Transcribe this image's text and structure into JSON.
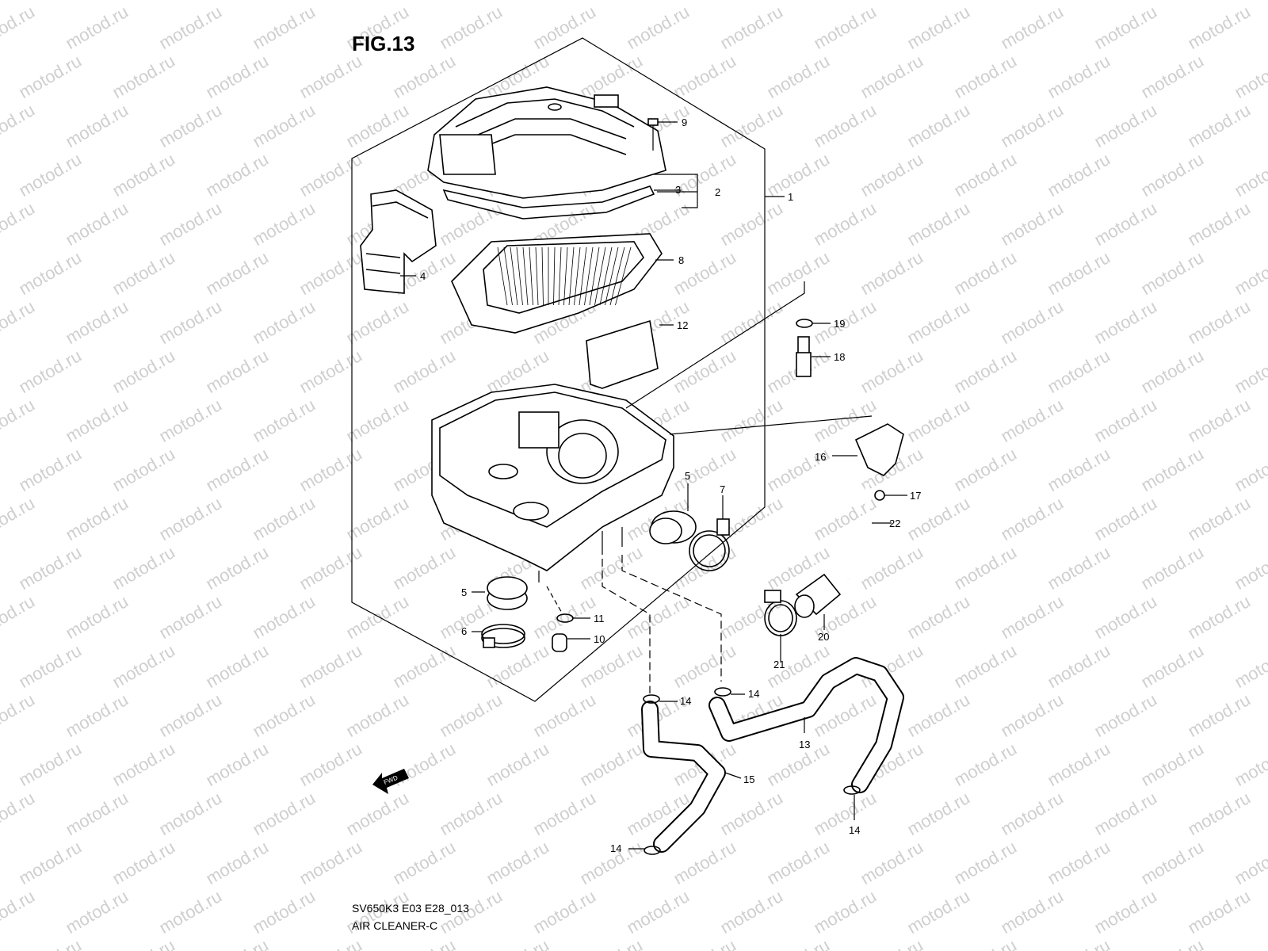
{
  "figure": {
    "title": "FIG.13",
    "code": "SV650K3 E03 E28_013",
    "caption": "AIR CLEANER-C",
    "watermark": "motod.ru",
    "fwd_label": "FWD"
  },
  "callouts": [
    "1",
    "2",
    "3",
    "4",
    "5",
    "5",
    "6",
    "7",
    "8",
    "9",
    "10",
    "11",
    "12",
    "13",
    "14",
    "14",
    "14",
    "14",
    "15",
    "16",
    "17",
    "18",
    "19",
    "20",
    "21",
    "22"
  ],
  "colors": {
    "ink": "#000000",
    "watermark": "#cfcfcf",
    "background": "#ffffff"
  }
}
